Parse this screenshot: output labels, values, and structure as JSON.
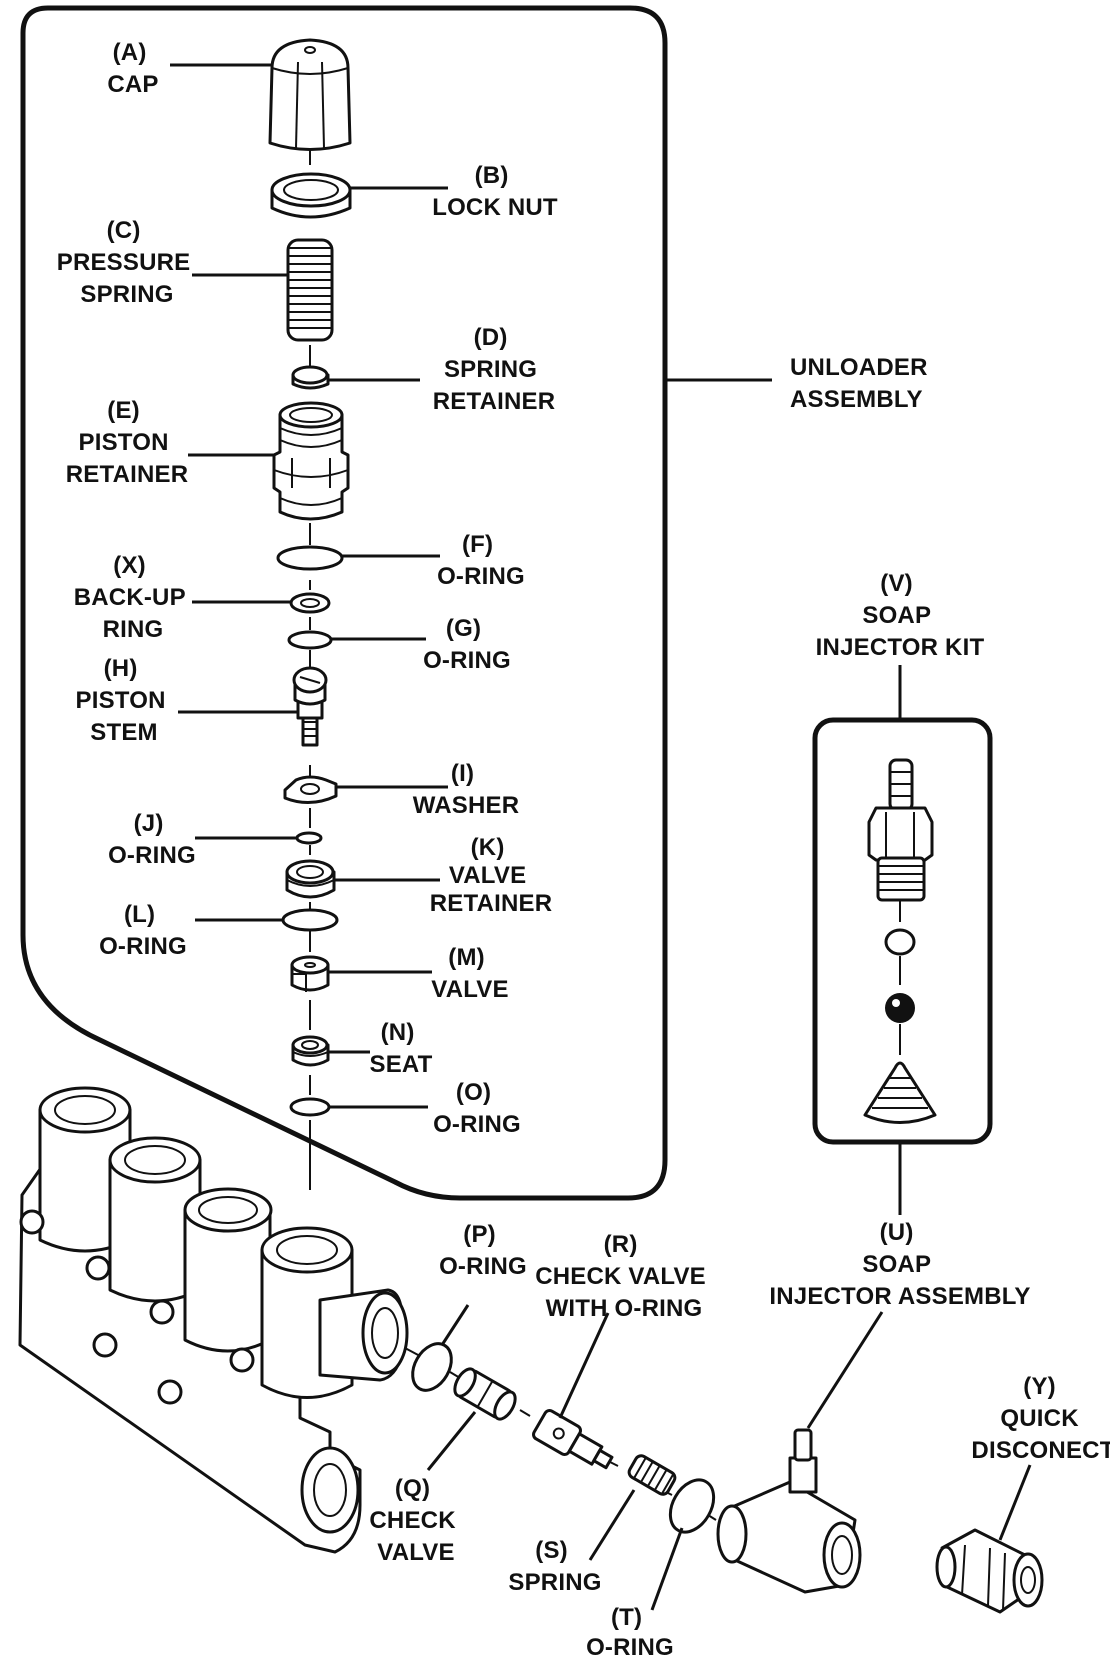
{
  "diagram": {
    "colors": {
      "line": "#111111",
      "background": "#ffffff"
    },
    "labels": {
      "a": [
        "(A)",
        "CAP"
      ],
      "b": [
        "(B)",
        "LOCK NUT"
      ],
      "c": [
        "(C)",
        "PRESSURE",
        "SPRING"
      ],
      "d": [
        "(D)",
        "SPRING",
        "RETAINER"
      ],
      "e": [
        "(E)",
        "PISTON",
        "RETAINER"
      ],
      "f": [
        "(F)",
        "O-RING"
      ],
      "x": [
        "(X)",
        "BACK-UP",
        "RING"
      ],
      "g": [
        "(G)",
        "O-RING"
      ],
      "h": [
        "(H)",
        "PISTON",
        "STEM"
      ],
      "i": [
        "(I)",
        "WASHER"
      ],
      "j": [
        "(J)",
        "O-RING"
      ],
      "k": [
        "(K)",
        "VALVE",
        "RETAINER"
      ],
      "l": [
        "(L)",
        "O-RING"
      ],
      "m": [
        "(M)",
        "VALVE"
      ],
      "n": [
        "(N)",
        "SEAT"
      ],
      "o": [
        "(O)",
        "O-RING"
      ],
      "unloader": [
        "UNLOADER",
        "ASSEMBLY"
      ],
      "v": [
        "(V)",
        "SOAP",
        "INJECTOR KIT"
      ],
      "u": [
        "(U)",
        "SOAP",
        "INJECTOR ASSEMBLY"
      ],
      "p": [
        "(P)",
        "O-RING"
      ],
      "r": [
        "(R)",
        "CHECK VALVE",
        "WITH O-RING"
      ],
      "q": [
        "(Q)",
        "CHECK",
        "VALVE"
      ],
      "s": [
        "(S)",
        "SPRING"
      ],
      "t": [
        "(T)",
        "O-RING"
      ],
      "y": [
        "(Y)",
        "QUICK",
        "DISCONECT"
      ]
    }
  }
}
